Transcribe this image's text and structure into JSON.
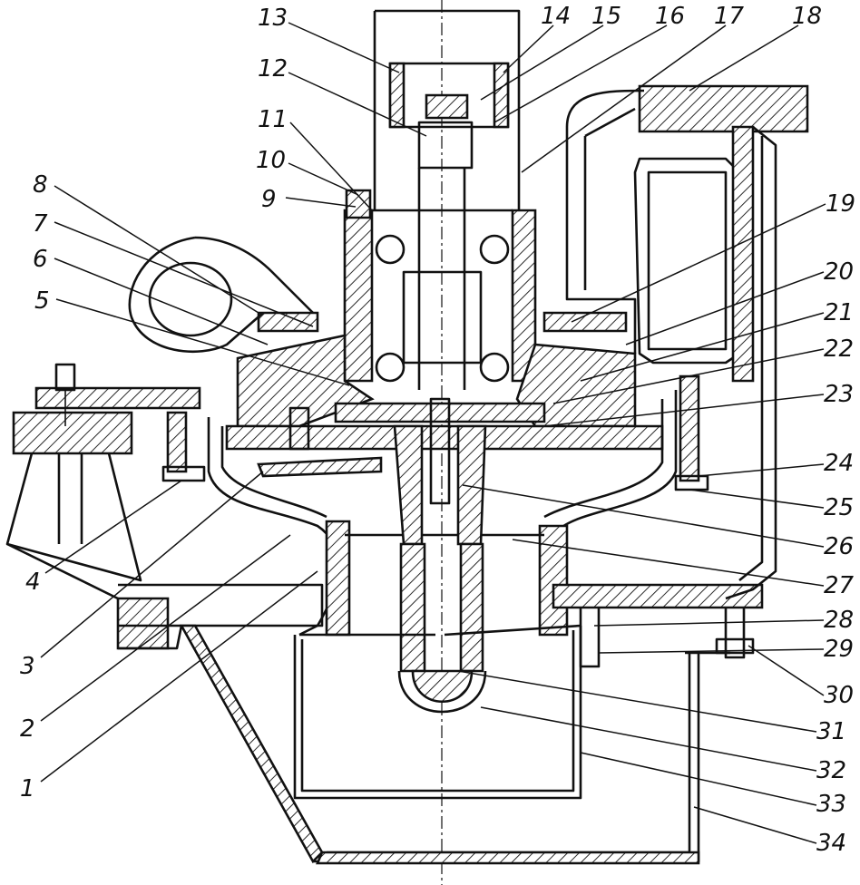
{
  "callouts": [
    {
      "label": "1"
    },
    {
      "label": "2"
    },
    {
      "label": "3"
    },
    {
      "label": "4"
    },
    {
      "label": "5"
    },
    {
      "label": "6"
    },
    {
      "label": "7"
    },
    {
      "label": "8"
    },
    {
      "label": "9"
    },
    {
      "label": "10"
    },
    {
      "label": "11"
    },
    {
      "label": "12"
    },
    {
      "label": "13"
    },
    {
      "label": "14"
    },
    {
      "label": "15"
    },
    {
      "label": "16"
    },
    {
      "label": "17"
    },
    {
      "label": "18"
    },
    {
      "label": "19"
    },
    {
      "label": "20"
    },
    {
      "label": "21"
    },
    {
      "label": "22"
    },
    {
      "label": "23"
    },
    {
      "label": "24"
    },
    {
      "label": "25"
    },
    {
      "label": "26"
    },
    {
      "label": "27"
    },
    {
      "label": "28"
    },
    {
      "label": "29"
    },
    {
      "label": "30"
    },
    {
      "label": "31"
    },
    {
      "label": "32"
    },
    {
      "label": "33"
    },
    {
      "label": "34"
    }
  ]
}
